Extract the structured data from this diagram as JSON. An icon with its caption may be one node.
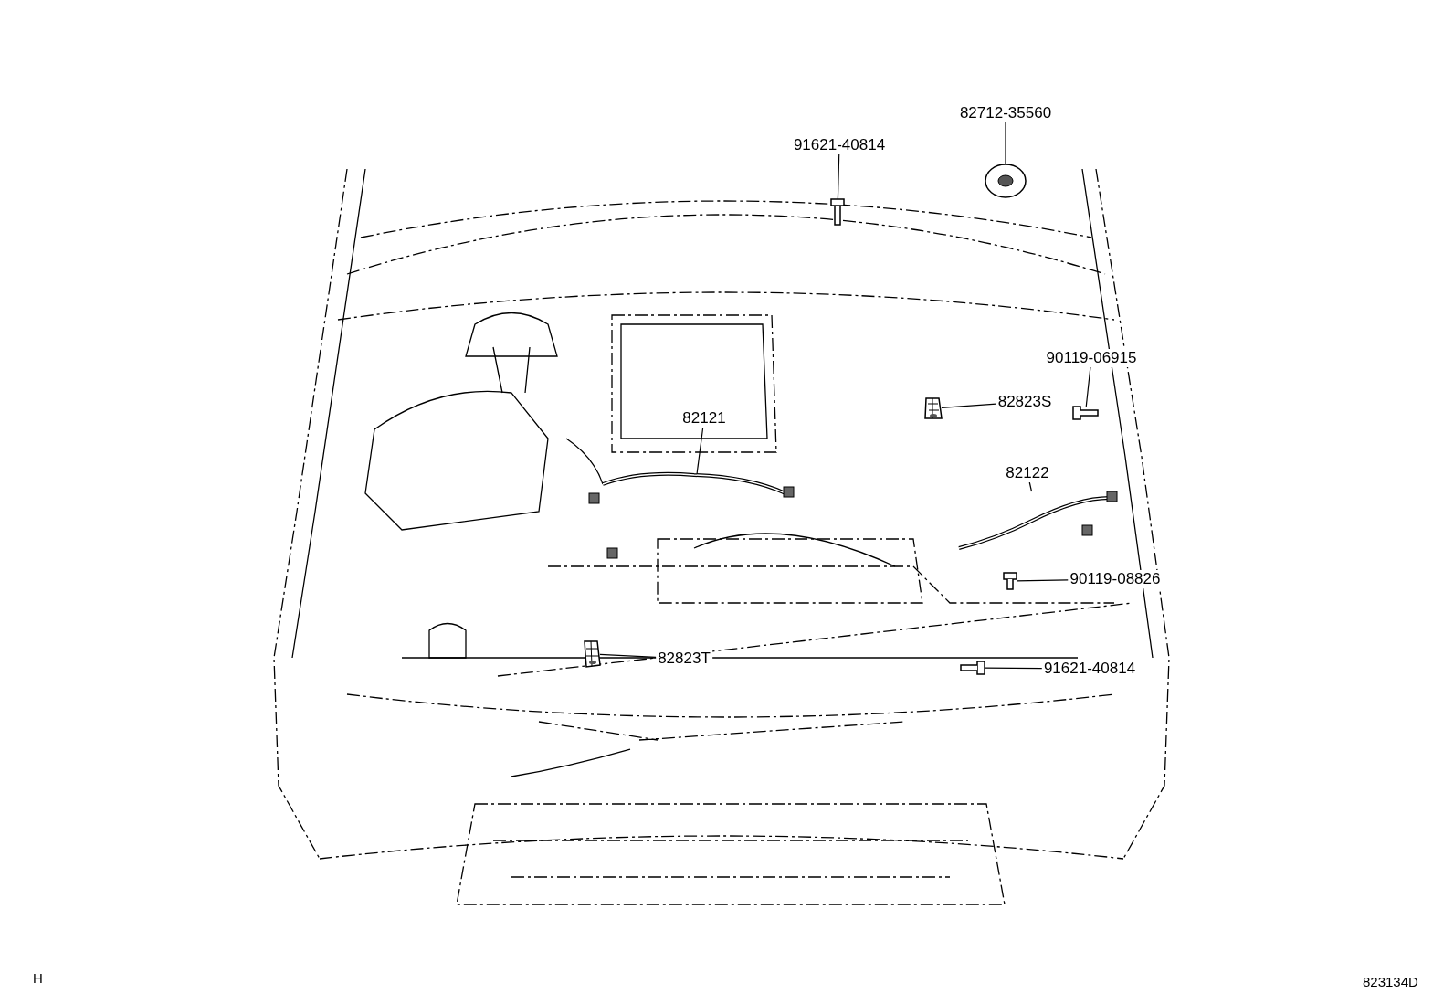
{
  "diagram": {
    "nodes": [
      {
        "text": [
          "82712-35560"
        ]
      },
      {
        "text": [],
        "shape": "picture"
      },
      {
        "text": [
          "91621-40814"
        ]
      },
      {
        "text": [],
        "shape": "picture"
      },
      {
        "text": [
          "90119-06915"
        ]
      },
      {
        "text": [],
        "shape": "picture"
      },
      {
        "text": [
          "82823S"
        ]
      },
      {
        "text": [],
        "shape": "picture"
      },
      {
        "text": [
          "82121"
        ]
      },
      {
        "text": [],
        "shape": "picture"
      },
      {
        "text": [
          "82122"
        ]
      },
      {
        "text": [],
        "shape": "picture"
      },
      {
        "text": [
          "90119-08826"
        ]
      },
      {
        "text": [],
        "shape": "picture"
      },
      {
        "text": [
          "82823T"
        ]
      },
      {
        "text": [],
        "shape": "picture"
      },
      {
        "text": [
          "91621-40814"
        ]
      },
      {
        "text": [],
        "shape": "picture"
      }
    ],
    "edges": [
      {
        "from": 0,
        "to": 1,
        "arrow": "none"
      },
      {
        "from": 2,
        "to": 3,
        "arrow": "none"
      },
      {
        "from": 4,
        "to": 5,
        "arrow": "none"
      },
      {
        "from": 6,
        "to": 7,
        "arrow": "none"
      },
      {
        "from": 8,
        "to": 9,
        "arrow": "none"
      },
      {
        "from": 10,
        "to": 11,
        "arrow": "none"
      },
      {
        "from": 12,
        "to": 13,
        "arrow": "none"
      },
      {
        "from": 14,
        "to": 15,
        "arrow": "none"
      },
      {
        "from": 16,
        "to": 17,
        "arrow": "none"
      }
    ],
    "labels": [
      "H",
      "823134D"
    ]
  }
}
